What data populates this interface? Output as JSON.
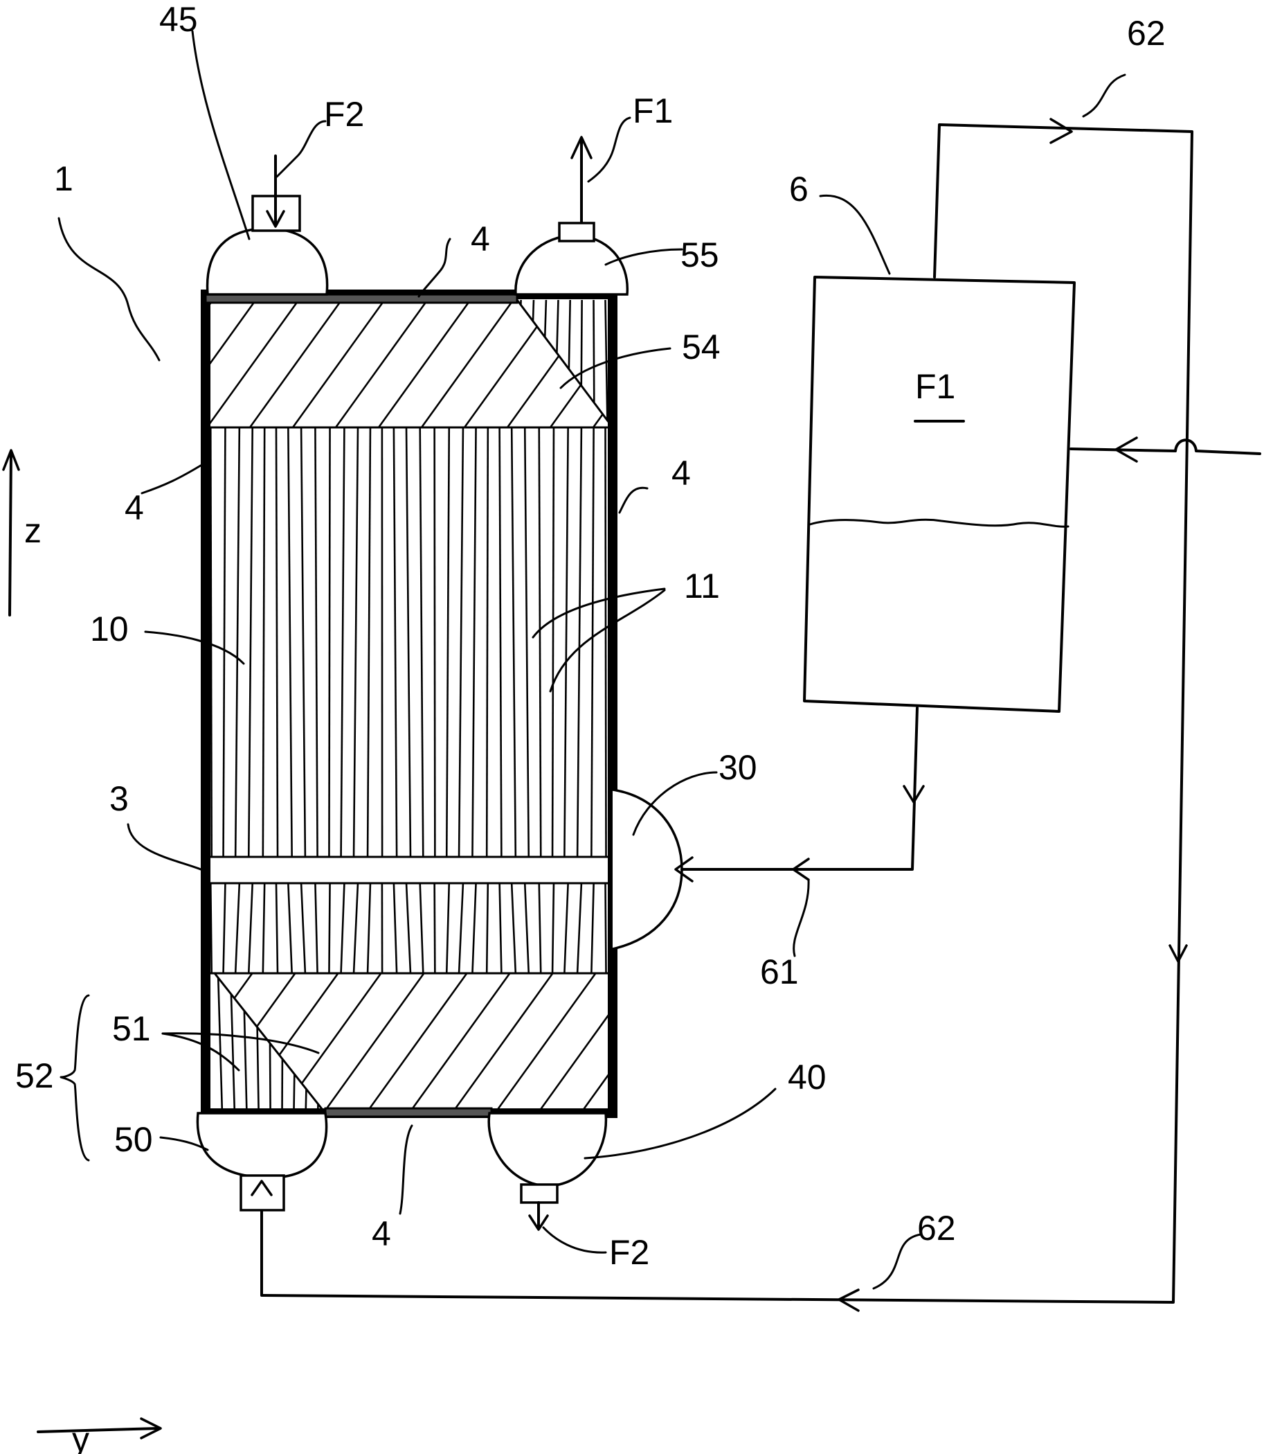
{
  "figure": {
    "labels": {
      "ref_1": "1",
      "ref_45": "45",
      "ref_f2_top": "F2",
      "ref_f1_top": "F1",
      "ref_4_top": "4",
      "ref_55": "55",
      "ref_54": "54",
      "ref_4_left": "4",
      "ref_4_right": "4",
      "ref_11": "11",
      "ref_10": "10",
      "ref_3": "3",
      "ref_30": "30",
      "ref_61": "61",
      "ref_51": "51",
      "ref_52": "52",
      "ref_50": "50",
      "ref_40": "40",
      "ref_4_bottom": "4",
      "ref_f2_bottom": "F2",
      "ref_62_top": "62",
      "ref_62_bottom": "62",
      "ref_6": "6",
      "tank_content": "F1",
      "axis_z": "z",
      "axis_y": "y"
    }
  }
}
